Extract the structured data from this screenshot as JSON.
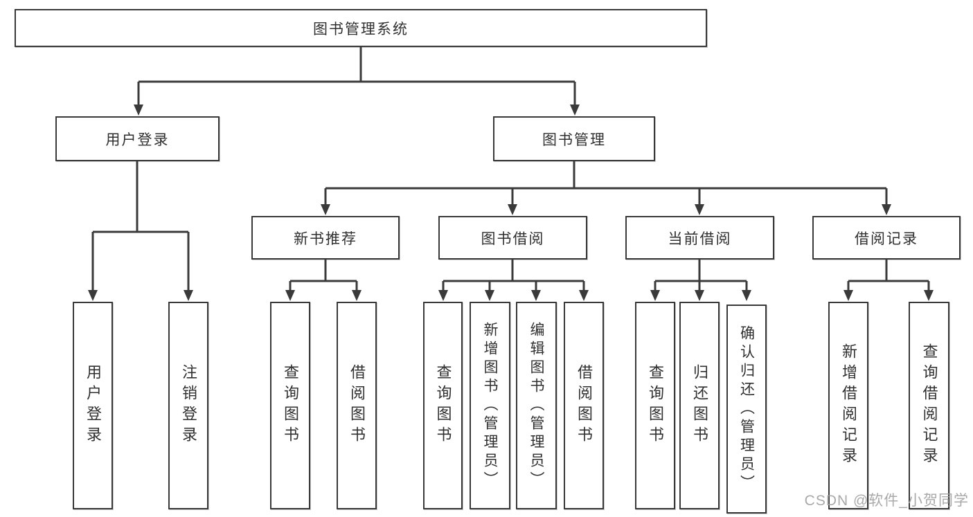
{
  "tree": {
    "root": {
      "label": "图书管理系统"
    },
    "branches": [
      {
        "label": "用户登录",
        "children": [
          {
            "label": "用户登录"
          },
          {
            "label": "注销登录"
          }
        ]
      },
      {
        "label": "图书管理",
        "children": [
          {
            "label": "新书推荐",
            "children": [
              {
                "label": "查询图书"
              },
              {
                "label": "借阅图书"
              }
            ]
          },
          {
            "label": "图书借阅",
            "children": [
              {
                "label": "查询图书"
              },
              {
                "label": "新增图书（管理员）"
              },
              {
                "label": "编辑图书（管理员）"
              },
              {
                "label": "借阅图书"
              }
            ]
          },
          {
            "label": "当前借阅",
            "children": [
              {
                "label": "查询图书"
              },
              {
                "label": "归还图书"
              },
              {
                "label": "确认归还（管理员）"
              }
            ]
          },
          {
            "label": "借阅记录",
            "children": [
              {
                "label": "新增借阅记录"
              },
              {
                "label": "查询借阅记录"
              }
            ]
          }
        ]
      }
    ]
  },
  "watermark": {
    "text": "CSDN @软件_小贺同学"
  },
  "colors": {
    "line": "#3a3a3a",
    "border": "#383838",
    "text": "#2f2f2f",
    "bg": "#ffffff",
    "watermark": "#a0a0a0"
  }
}
